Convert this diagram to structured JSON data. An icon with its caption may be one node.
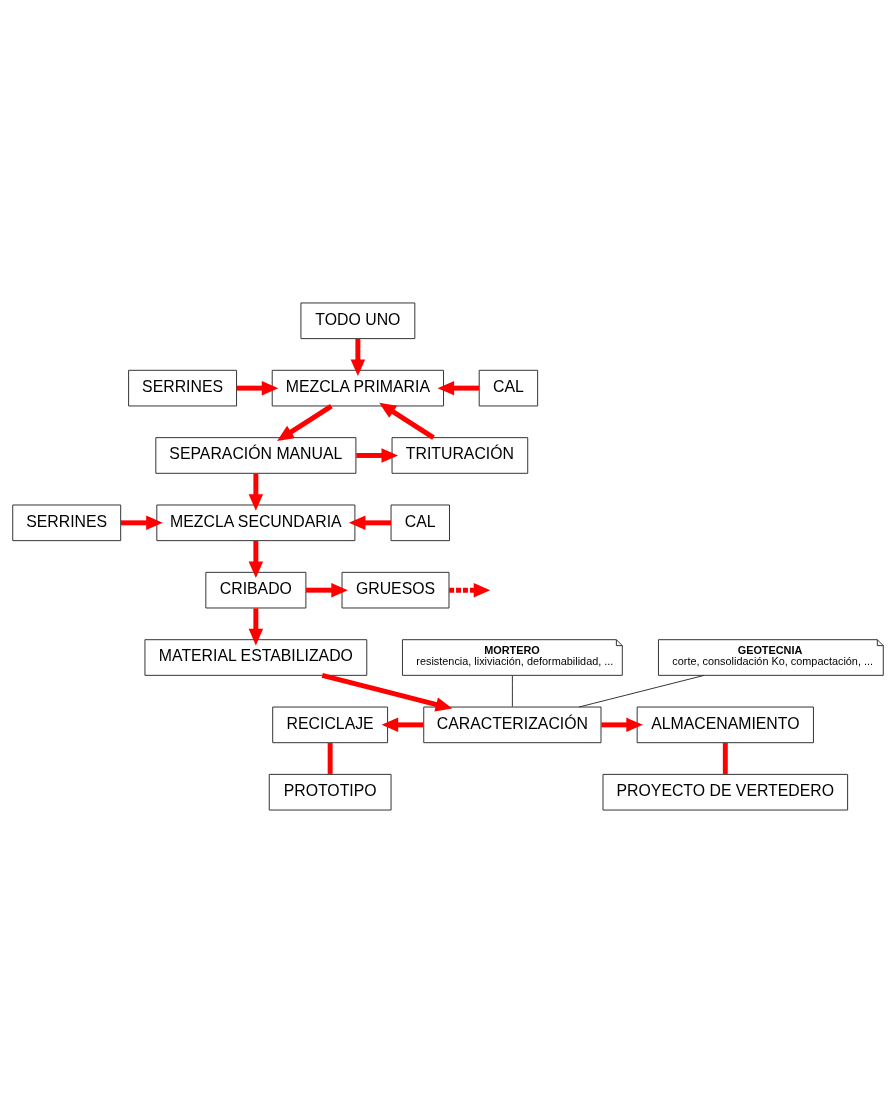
{
  "diagram": {
    "nodes": [
      {
        "text": [
          "TODO UNO"
        ]
      },
      {
        "text": [
          "SERRINES"
        ]
      },
      {
        "text": [
          "MEZCLA PRIMARIA"
        ]
      },
      {
        "text": [
          "CAL"
        ]
      },
      {
        "text": [
          "SEPARACIÓN MANUAL"
        ]
      },
      {
        "text": [
          "TRITURACIÓN"
        ]
      },
      {
        "text": [
          "SERRINES"
        ]
      },
      {
        "text": [
          "MEZCLA SECUNDARIA"
        ]
      },
      {
        "text": [
          "CAL"
        ]
      },
      {
        "text": [
          "CRIBADO"
        ]
      },
      {
        "text": [
          "GRUESOS"
        ]
      },
      {
        "text": [
          "MATERIAL ESTABILIZADO"
        ]
      },
      {
        "text": [
          "MORTERO",
          "resistencia, lixiviación, deformabilidad, ..."
        ]
      },
      {
        "text": [
          "GEOTECNIA",
          "corte, consolidación Ko, compactación, ..."
        ]
      },
      {
        "text": [
          "CARACTERIZACIÓN"
        ]
      },
      {
        "text": [
          "RECICLAJE"
        ]
      },
      {
        "text": [
          "ALMACENAMIENTO"
        ]
      },
      {
        "text": [
          "PROTOTIPO"
        ]
      },
      {
        "text": [
          "PROYECTO DE VERTEDERO"
        ]
      }
    ],
    "edges": [
      {
        "from": 0,
        "to": 2,
        "arrow": "to"
      },
      {
        "from": 1,
        "to": 2,
        "arrow": "to"
      },
      {
        "from": 3,
        "to": 2,
        "arrow": "to"
      },
      {
        "from": 2,
        "to": 4,
        "arrow": "to"
      },
      {
        "from": 4,
        "to": 5,
        "arrow": "to"
      },
      {
        "from": 5,
        "to": 2,
        "arrow": "to"
      },
      {
        "from": 4,
        "to": 7,
        "arrow": "to"
      },
      {
        "from": 6,
        "to": 7,
        "arrow": "to"
      },
      {
        "from": 8,
        "to": 7,
        "arrow": "to"
      },
      {
        "from": 7,
        "to": 9,
        "arrow": "to"
      },
      {
        "from": 9,
        "to": 10,
        "arrow": "to"
      },
      {
        "from": 10,
        "to": null,
        "arrow": "to",
        "style": "dashed"
      },
      {
        "from": 9,
        "to": 11,
        "arrow": "to"
      },
      {
        "from": 11,
        "to": 14,
        "arrow": "to"
      },
      {
        "from": 12,
        "to": 14,
        "arrow": "none",
        "color": "#333333"
      },
      {
        "from": 13,
        "to": 14,
        "arrow": "none",
        "color": "#333333"
      },
      {
        "from": 14,
        "to": 15,
        "arrow": "to"
      },
      {
        "from": 14,
        "to": 16,
        "arrow": "to"
      },
      {
        "from": 15,
        "to": 17,
        "arrow": "none"
      },
      {
        "from": 16,
        "to": 18,
        "arrow": "none"
      }
    ]
  }
}
